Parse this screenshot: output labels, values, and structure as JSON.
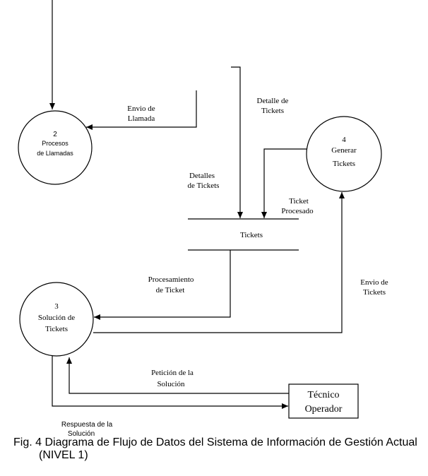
{
  "processes": {
    "p2": {
      "number": "2",
      "line1": "Procesos",
      "line2": "de Llamadas"
    },
    "p4": {
      "number": "4",
      "line1": "Generar",
      "line2": "Tickets"
    },
    "p3": {
      "number": "3",
      "line1": "Solución de",
      "line2": "Tickets"
    }
  },
  "entity": {
    "line1": "Técnico",
    "line2": "Operador"
  },
  "datastore": {
    "label": "Tickets"
  },
  "flows": {
    "envio_llamada": [
      "Envio de",
      "Llamada"
    ],
    "detalle_tickets": [
      "Detalle de",
      "Tickets"
    ],
    "detalles_tickets": [
      "Detalles",
      "de Tickets"
    ],
    "ticket_procesado": [
      "Ticket",
      "Procesado"
    ],
    "procesamiento_ticket": [
      "Procesamiento",
      "de Ticket"
    ],
    "envio_tickets": [
      "Envio de",
      "Tickets"
    ],
    "peticion_solucion": [
      "Petición de la",
      "Solución"
    ],
    "respuesta_solucion": [
      "Respuesta de la",
      "Solución"
    ]
  },
  "caption": {
    "line1": "Fig. 4 Diagrama de Flujo de Datos del Sistema de Información de Gestión Actual",
    "line2": "(NIVEL 1)"
  }
}
